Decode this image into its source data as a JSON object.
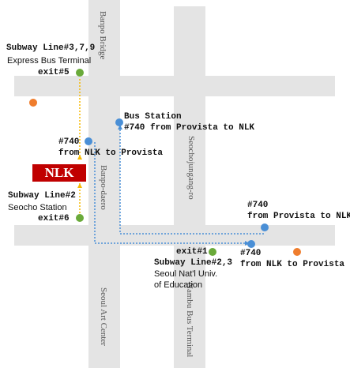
{
  "logo": {
    "text": "NLK",
    "color": "#c00000"
  },
  "streets": {
    "bridge": "Banpo Bridge",
    "daero": "Banpo-daero",
    "seocho": "Seochojungang-ro",
    "art": "Seoul Art Center",
    "nambu": "Nambu Bus Terminal"
  },
  "labels": {
    "line379": "Subway Line#3,7,9",
    "express": "Express Bus Terminal",
    "exit5": "exit#5",
    "bus_station": "Bus Station",
    "bus_provista_nlk": "#740 from Provista to NLK",
    "b740a": "#740",
    "nlk_provista_a": "from NLK to Provista",
    "line2": "Subway Line#2",
    "seocho_station": "Seocho Station",
    "exit6": "exit#6",
    "b740b": "#740",
    "provista_nlk_b": "from Provista to NLK",
    "exit1": "exit#1",
    "line23": "Subway Line#2,3",
    "b740c": "#740",
    "nlk_provista_c": "from NLK to Provista",
    "univ1": "Seoul Nat'l Univ.",
    "univ2": "of Education"
  },
  "colors": {
    "road": "#e4e4e4",
    "subway_dot": "#6aaa3a",
    "bus_dot": "#4a8fd6",
    "poi_dot": "#ef7d2d",
    "walk_route": "#f5b800",
    "bus_route": "#4a8fd6"
  }
}
